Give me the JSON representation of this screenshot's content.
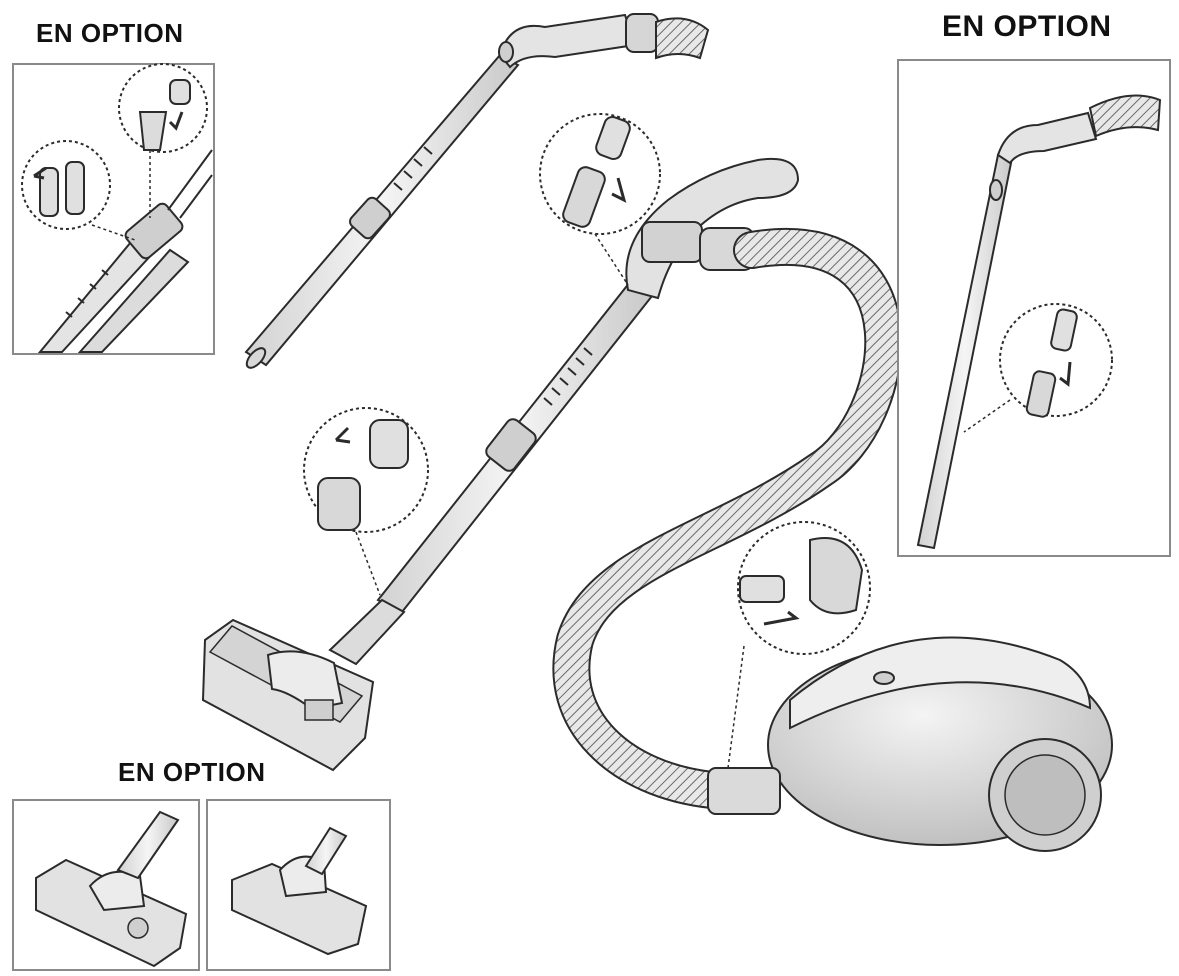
{
  "labels": {
    "option_top_left": "EN OPTION",
    "option_top_right": "EN OPTION",
    "option_bottom_left": "EN OPTION"
  },
  "colors": {
    "line": "#2b2b2b",
    "part_fill": "#e6e6e6",
    "part_shade": "#cfcfcf",
    "frame": "#8a8a8a"
  },
  "icons": {
    "hose": "corrugated-hose",
    "wand": "telescopic-tube",
    "nozzle": "floor-brush",
    "body": "canister-vacuum",
    "arrow": "insert-arrow"
  }
}
